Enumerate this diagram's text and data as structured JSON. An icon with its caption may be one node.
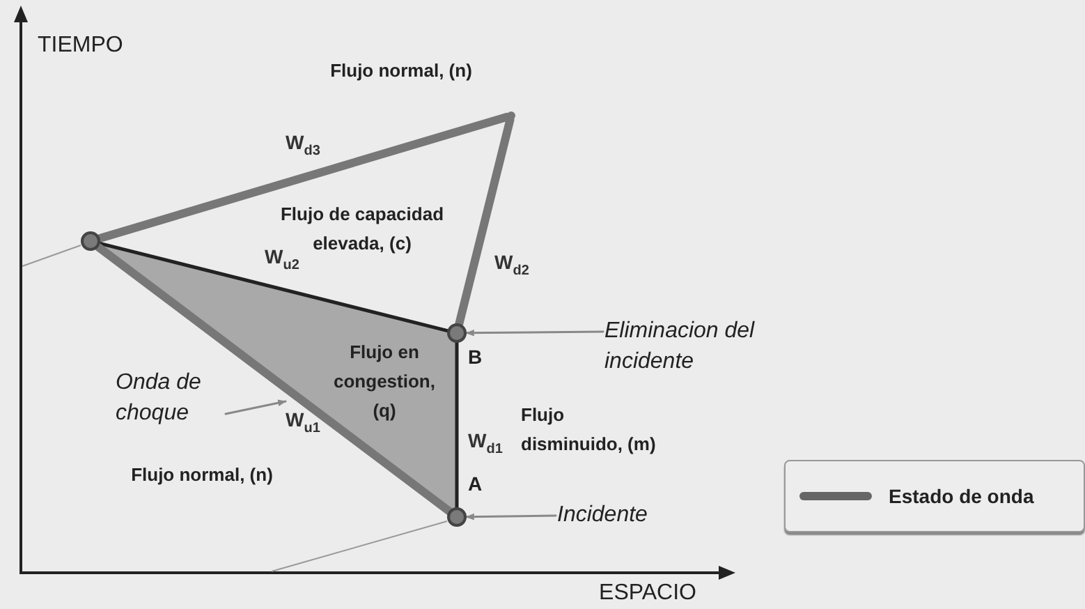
{
  "diagram": {
    "nodes": [
      {
        "text": [],
        "shape": "circle"
      },
      {
        "text": [],
        "shape": "circle",
        "beside": [
          "B"
        ]
      },
      {
        "text": [],
        "shape": "circle",
        "beside": [
          "A"
        ]
      },
      {
        "text": [],
        "shape": "point"
      },
      {
        "text": [
          "Onda de choque"
        ]
      },
      {
        "text": [
          "Eliminacion del incidente"
        ]
      },
      {
        "text": [
          "Incidente"
        ]
      }
    ],
    "edges": [
      {
        "from": 0,
        "to": 3,
        "arrow": "none",
        "label": "W$_{d3}$",
        "style": "thick",
        "color": "#777777"
      },
      {
        "from": 3,
        "to": 1,
        "arrow": "none",
        "label": "W$_{d2}$",
        "style": "thick",
        "color": "#777777"
      },
      {
        "from": 0,
        "to": 1,
        "arrow": "none",
        "label": "W$_{u2}$"
      },
      {
        "from": 0,
        "to": 2,
        "arrow": "none",
        "label": "W$_{u1}$",
        "style": "thick",
        "color": "#777777"
      },
      {
        "from": 2,
        "to": 1,
        "arrow": "none",
        "label": "W$_{d1}$"
      },
      {
        "from": 4,
        "to": null,
        "arrow": "to",
        "color": "#888888"
      },
      {
        "from": 5,
        "to": 1,
        "arrow": "to",
        "color": "#888888"
      },
      {
        "from": 6,
        "to": 2,
        "arrow": "to",
        "color": "#888888"
      }
    ],
    "labels": [
      "TIEMPO",
      "Flujo normal, (n)",
      "Flujo de capacidad elevada, (c)",
      "Flujo en congestion, (q)",
      "Flujo disminuido, (m)",
      "Flujo normal, (n)",
      "ESPACIO"
    ],
    "legend": [
      {
        "text": "Estado de onda"
      }
    ]
  }
}
